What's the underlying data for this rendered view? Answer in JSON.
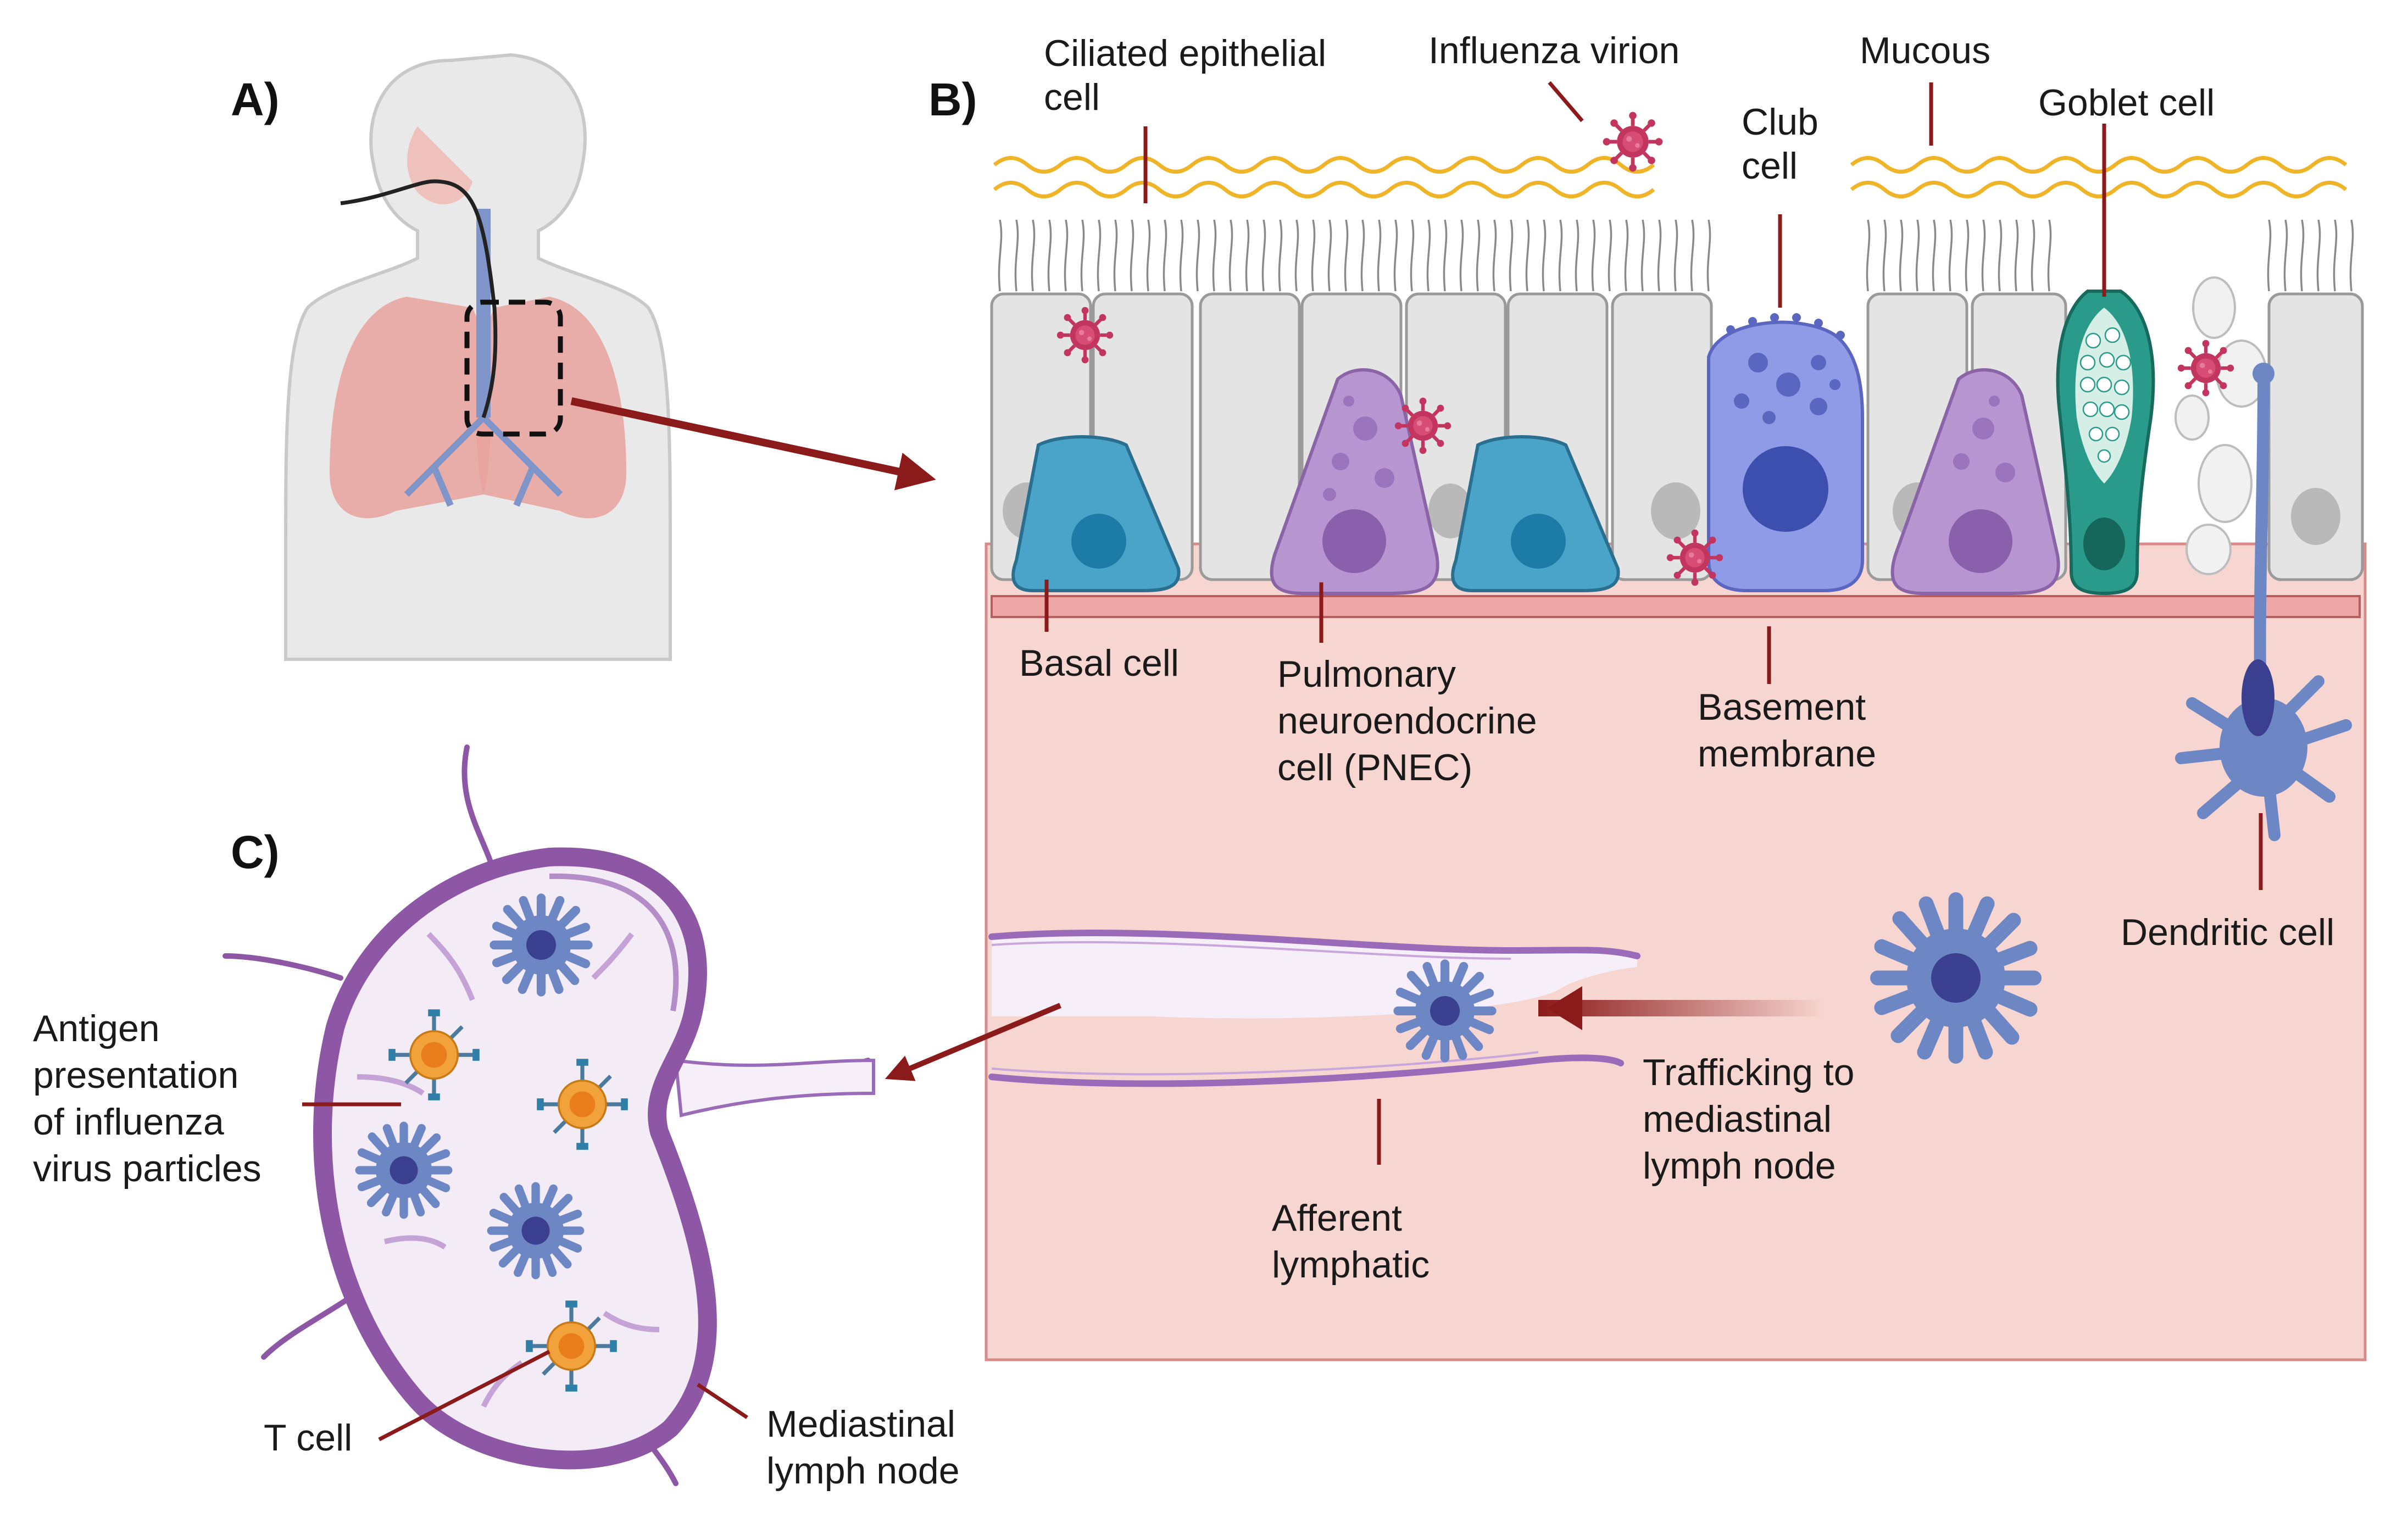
{
  "panels": {
    "a": "A)",
    "b": "B)",
    "c": "C)"
  },
  "labels": {
    "ciliated_1": "Ciliated epithelial",
    "ciliated_2": "cell",
    "influenza_virion": "Influenza virion",
    "club_1": "Club",
    "club_2": "cell",
    "mucous": "Mucous",
    "goblet": "Goblet cell",
    "basal": "Basal cell",
    "pnec_1": "Pulmonary",
    "pnec_2": "neuroendocrine",
    "pnec_3": "cell (PNEC)",
    "basement_1": "Basement",
    "basement_2": "membrane",
    "dendritic": "Dendritic cell",
    "trafficking_1": "Trafficking to",
    "trafficking_2": "mediastinal",
    "trafficking_3": "lymph node",
    "afferent_1": "Afferent",
    "afferent_2": "lymphatic",
    "antigen_1": "Antigen",
    "antigen_2": "presentation",
    "antigen_3": "of influenza",
    "antigen_4": "virus particles",
    "tcell": "T cell",
    "mediastinal_1": "Mediastinal",
    "mediastinal_2": "lymph node"
  },
  "colors": {
    "arrow": "#8b1a1a",
    "tissue": "#f7d5d0",
    "basement": "#eda7a7",
    "epithelial": "#e4e4e4",
    "basal_cell": "#4aa3c9",
    "pnec_cell": "#b795d0",
    "club_cell": "#8f9be6",
    "goblet_cell": "#2a9b8a",
    "dendritic_cell": "#6d86c4",
    "virion": "#c2355f",
    "mucus": "#f0b429",
    "lymph_node": "#8d57a6",
    "t_cell": "#f1a23a"
  },
  "icons": [
    "human-torso-icon",
    "virion-icon",
    "dendritic-cell-icon",
    "t-cell-icon",
    "lymph-node-icon"
  ]
}
